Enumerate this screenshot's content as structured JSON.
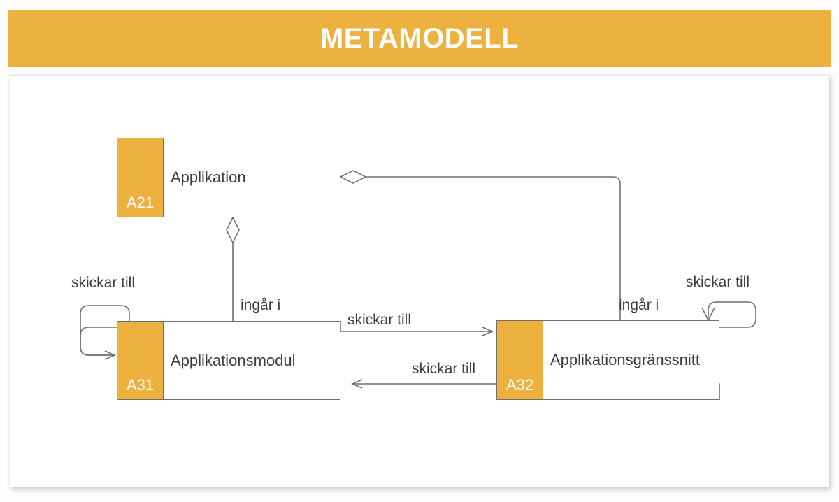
{
  "header": {
    "title": "METAMODELL",
    "background_color": "#edb140",
    "text_color": "#ffffff"
  },
  "panel": {
    "background_color": "#ffffff",
    "border_color": "#e2e2e2"
  },
  "diagram": {
    "type": "uml-class-diagram",
    "stroke_color": "#6f6f6f",
    "accent_color": "#edb140",
    "text_color": "#3d3d3d",
    "boxes": [
      {
        "code": "A21",
        "name": "Applikation"
      },
      {
        "code": "A31",
        "name": "Applikationsmodul"
      },
      {
        "code": "A32",
        "name": "Applikationsgränssnitt"
      }
    ],
    "edges": [
      {
        "label": "ingår i",
        "from": "A31",
        "to": "A21",
        "marker": "aggregation-diamond"
      },
      {
        "label": "ingår i",
        "from": "A32",
        "to": "A21",
        "marker": "aggregation-diamond"
      },
      {
        "label": "skickar till",
        "from": "A31",
        "to": "A32",
        "marker": "open-arrow"
      },
      {
        "label": "skickar till",
        "from": "A32",
        "to": "A31",
        "marker": "open-arrow"
      },
      {
        "label": "skickar till",
        "from": "A31",
        "to": "A31",
        "marker": "open-arrow"
      },
      {
        "label": "skickar till",
        "from": "A32",
        "to": "A32",
        "marker": "open-arrow"
      }
    ],
    "labels": {
      "ingar_i_left": "ingår i",
      "ingar_i_right": "ingår i",
      "skickar_a31_a32": "skickar till",
      "skickar_a32_a31": "skickar till",
      "skickar_self_left": "skickar till",
      "skickar_self_right": "skickar till"
    }
  }
}
